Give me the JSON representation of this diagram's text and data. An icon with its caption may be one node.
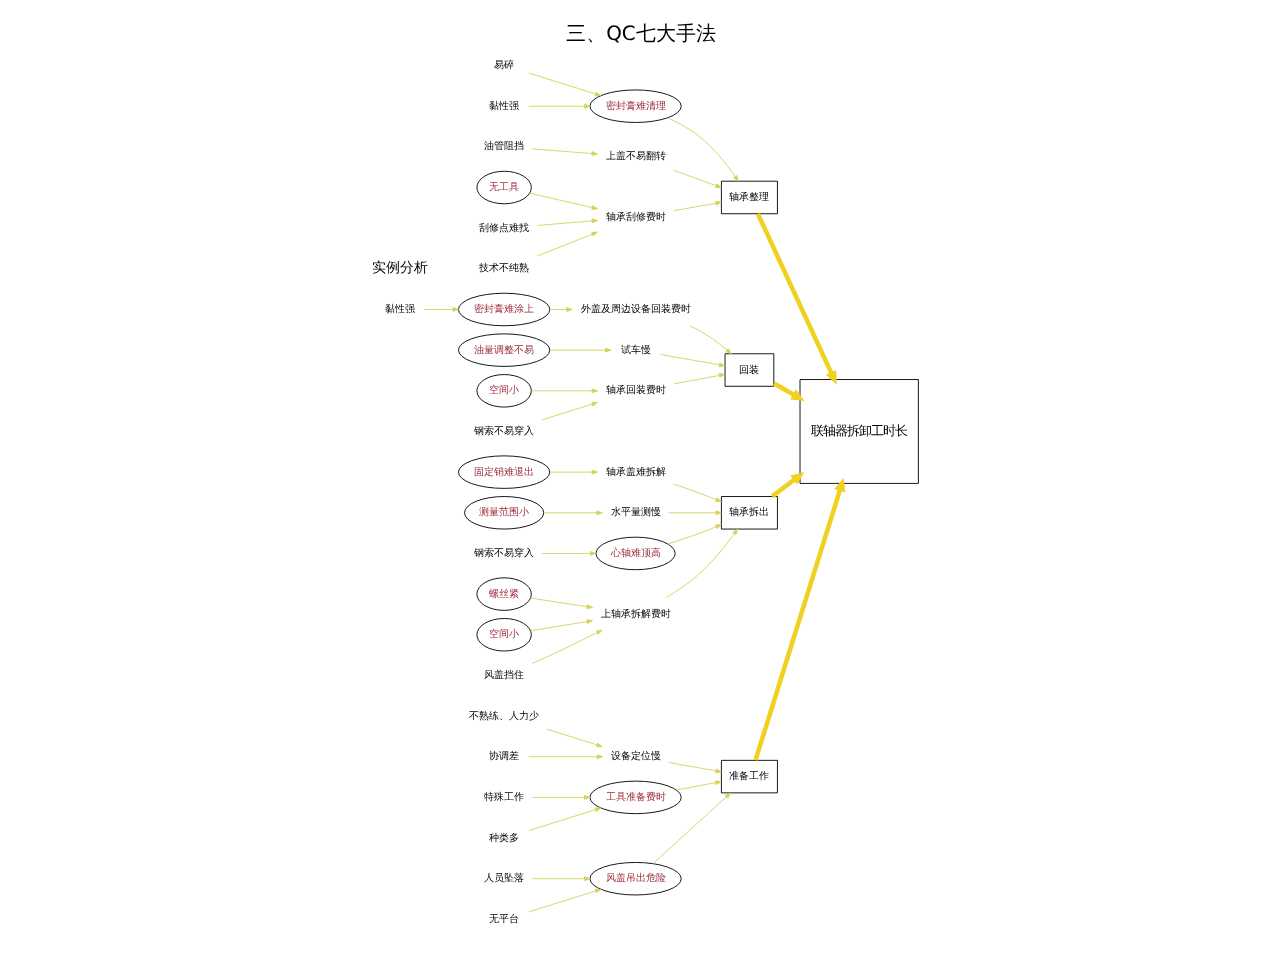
{
  "diagram": {
    "title": "三、QC七大手法",
    "nodes": [
      {
        "text": [
          "准备工作"
        ]
      },
      {
        "text": [
          "轴承整理"
        ]
      },
      {
        "text": [
          "联轴器拆卸工时长"
        ]
      },
      {
        "text": [
          "回装"
        ]
      },
      {
        "text": [
          "轴承拆出"
        ]
      },
      {
        "text": [
          "不熟练、人力少"
        ]
      },
      {
        "text": [
          "特殊工作"
        ]
      },
      {
        "text": [
          "设备定位慢"
        ]
      },
      {
        "text": [
          "工具准备费时"
        ]
      },
      {
        "text": [
          "协调差"
        ]
      },
      {
        "text": [
          "种类多"
        ]
      },
      {
        "text": [
          "密封膏难清理"
        ]
      },
      {
        "text": [
          "易碎"
        ]
      },
      {
        "text": [
          "黏性强"
        ]
      },
      {
        "text": [
          "油管阻挡"
        ]
      },
      {
        "text": [
          "上盖不易翻转"
        ]
      },
      {
        "text": [
          "无工具"
        ]
      },
      {
        "text": [
          "人员坠落"
        ]
      },
      {
        "text": [
          "刮修点难找"
        ]
      },
      {
        "text": [
          "轴承刮修费时"
        ]
      },
      {
        "text": [
          "风盖吊出危险"
        ]
      },
      {
        "text": [
          "无平台"
        ]
      },
      {
        "text": [
          "技术不纯熟"
        ]
      },
      {
        "text": [
          "固定销难退出"
        ]
      },
      {
        "text": [
          "密封膏难涂上"
        ]
      },
      {
        "text": [
          "黏性强"
        ]
      },
      {
        "text": [
          "外盖及周边设备回装费时"
        ]
      },
      {
        "text": [
          "轴承盖难拆解"
        ]
      },
      {
        "text": [
          "测量范围小"
        ]
      },
      {
        "text": [
          "水平量测慢"
        ]
      },
      {
        "text": [
          "空间小"
        ]
      },
      {
        "text": [
          "试车慢"
        ]
      },
      {
        "text": [
          "心轴难顶高"
        ]
      },
      {
        "text": [
          "轴承回装费时"
        ]
      },
      {
        "text": [
          "油量调整不易"
        ]
      },
      {
        "text": [
          "钢索不易穿入"
        ]
      },
      {
        "text": [
          "钢索不易穿入"
        ]
      },
      {
        "text": [
          "螺丝紧"
        ]
      },
      {
        "text": [
          "空间小"
        ]
      },
      {
        "text": [
          "上轴承拆解费时"
        ]
      },
      {
        "text": [
          "风盖挡住"
        ]
      }
    ],
    "edges": [
      {
        "from": 0,
        "to": 2,
        "arrow": "to",
        "style": "thick"
      },
      {
        "from": 1,
        "to": 2,
        "arrow": "to",
        "style": "thick"
      },
      {
        "from": 3,
        "to": 2,
        "arrow": "to",
        "style": "thick"
      },
      {
        "from": 4,
        "to": 2,
        "arrow": "to",
        "style": "thick"
      },
      {
        "from": 5,
        "to": 7,
        "arrow": "to"
      },
      {
        "from": 9,
        "to": 7,
        "arrow": "to"
      },
      {
        "from": 7,
        "to": 0,
        "arrow": "to"
      },
      {
        "from": 6,
        "to": 8,
        "arrow": "to"
      },
      {
        "from": 10,
        "to": 8,
        "arrow": "to"
      },
      {
        "from": 8,
        "to": 0,
        "arrow": "to"
      },
      {
        "from": 17,
        "to": 20,
        "arrow": "to"
      },
      {
        "from": 21,
        "to": 20,
        "arrow": "to"
      },
      {
        "from": 20,
        "to": 0,
        "arrow": "to"
      },
      {
        "from": 12,
        "to": 11,
        "arrow": "to"
      },
      {
        "from": 13,
        "to": 11,
        "arrow": "to"
      },
      {
        "from": 11,
        "to": 1,
        "arrow": "to"
      },
      {
        "from": 14,
        "to": 15,
        "arrow": "to"
      },
      {
        "from": 15,
        "to": 1,
        "arrow": "to"
      },
      {
        "from": 18,
        "to": 19,
        "arrow": "to"
      },
      {
        "from": 16,
        "to": 19,
        "arrow": "to"
      },
      {
        "from": 22,
        "to": 19,
        "arrow": "to"
      },
      {
        "from": 19,
        "to": 1,
        "arrow": "to"
      },
      {
        "from": 25,
        "to": 24,
        "arrow": "to"
      },
      {
        "from": 24,
        "to": 26,
        "arrow": "to"
      },
      {
        "from": 26,
        "to": 3,
        "arrow": "to"
      },
      {
        "from": 30,
        "to": 33,
        "arrow": "to"
      },
      {
        "from": 35,
        "to": 33,
        "arrow": "to"
      },
      {
        "from": 33,
        "to": 3,
        "arrow": "to"
      },
      {
        "from": 34,
        "to": 31,
        "arrow": "to"
      },
      {
        "from": 31,
        "to": 3,
        "arrow": "to"
      },
      {
        "from": 23,
        "to": 27,
        "arrow": "to"
      },
      {
        "from": 27,
        "to": 4,
        "arrow": "to"
      },
      {
        "from": 28,
        "to": 29,
        "arrow": "to"
      },
      {
        "from": 29,
        "to": 4,
        "arrow": "to"
      },
      {
        "from": 36,
        "to": 32,
        "arrow": "to"
      },
      {
        "from": 32,
        "to": 4,
        "arrow": "to"
      },
      {
        "from": 37,
        "to": 39,
        "arrow": "to"
      },
      {
        "from": 38,
        "to": 39,
        "arrow": "to"
      },
      {
        "from": 40,
        "to": 39,
        "arrow": "to"
      },
      {
        "from": 39,
        "to": 4,
        "arrow": "to"
      }
    ],
    "labels": [
      "实例分析"
    ]
  }
}
